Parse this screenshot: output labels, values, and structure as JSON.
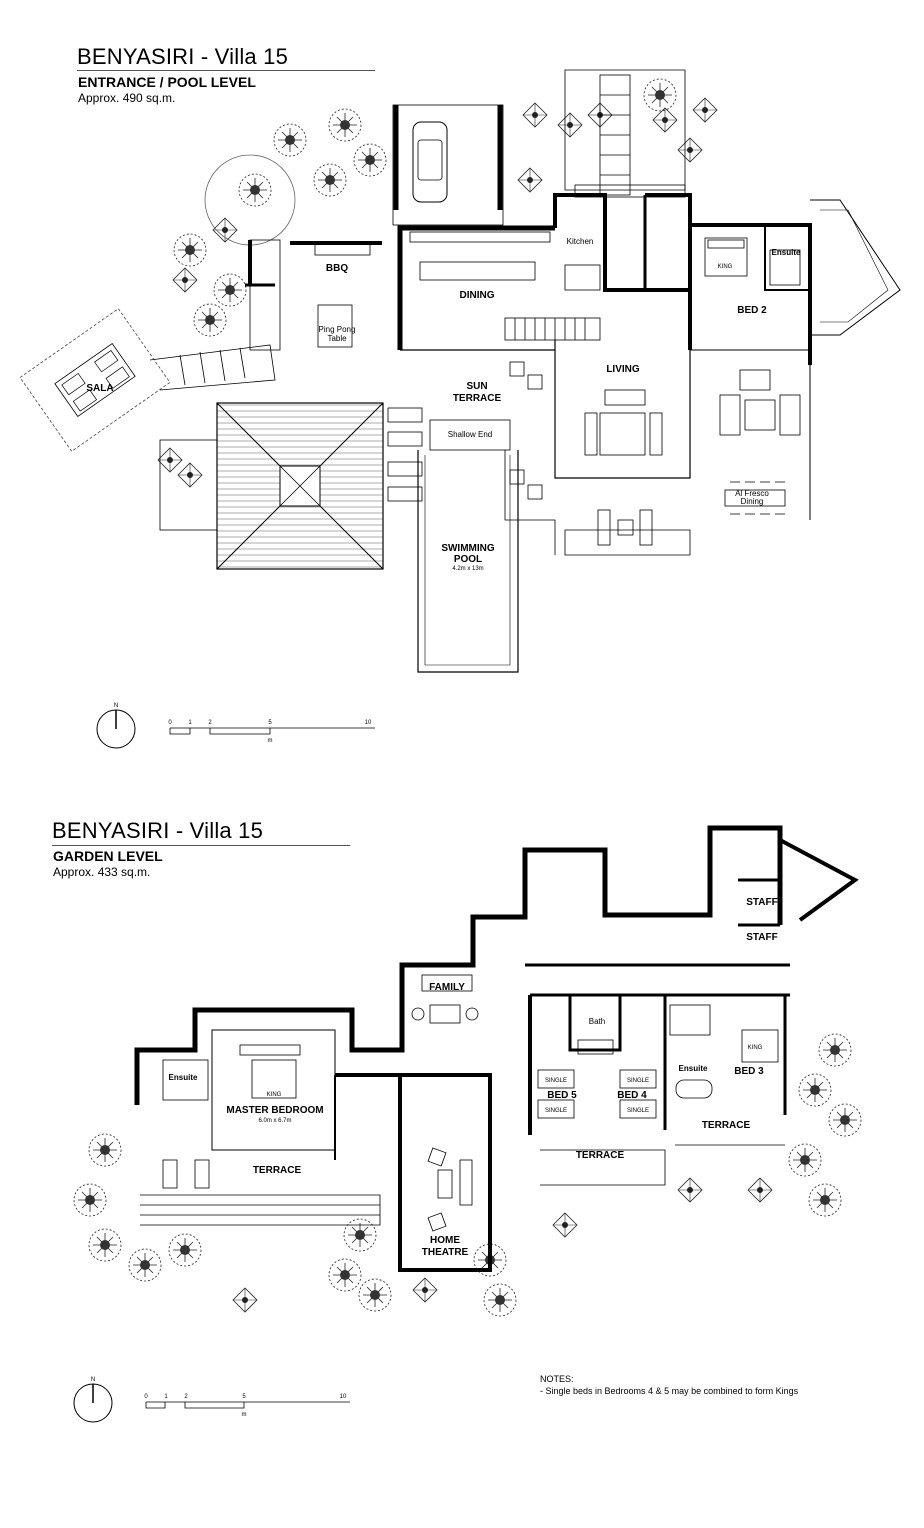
{
  "plan1": {
    "title": "BENYASIRI - Villa 15",
    "level": "ENTRANCE / POOL LEVEL",
    "area": "Approx. 490 sq.m.",
    "rooms": {
      "sala": "SALA",
      "bbq": "BBQ",
      "ping_pong_1": "Ping Pong",
      "ping_pong_2": "Table",
      "dining": "DINING",
      "kitchen": "Kitchen",
      "bed2": "BED 2",
      "ensuite": "Ensuite",
      "king": "KING",
      "living": "LIVING",
      "sun_1": "SUN",
      "sun_2": "TERRACE",
      "shallow_end": "Shallow End",
      "pool_1": "SWIMMING",
      "pool_2": "POOL",
      "pool_size": "4.2m x 13m",
      "alfresco_1": "Al Fresco",
      "alfresco_2": "Dining"
    },
    "scale": {
      "t0": "0",
      "t1": "1",
      "t2": "2",
      "t5": "5",
      "t10": "10",
      "unit": "m"
    },
    "north": "N"
  },
  "plan2": {
    "title": "BENYASIRI - Villa 15",
    "level": "GARDEN LEVEL",
    "area": "Approx. 433 sq.m.",
    "rooms": {
      "family": "FAMILY",
      "staff_1": "STAFF",
      "staff_2": "STAFF",
      "bath": "Bath",
      "ensuite_master": "Ensuite",
      "king_master": "KING",
      "master": "MASTER BEDROOM",
      "master_size": "6.0m x 6.7m",
      "terrace_master": "TERRACE",
      "home_1": "HOME",
      "home_2": "THEATRE",
      "single_1": "SINGLE",
      "single_2": "SINGLE",
      "single_3": "SINGLE",
      "single_4": "SINGLE",
      "bed5": "BED 5",
      "bed4": "BED 4",
      "terrace_mid": "TERRACE",
      "ensuite_3": "Ensuite",
      "king_3": "KING",
      "bed3": "BED 3",
      "terrace_right": "TERRACE"
    },
    "scale": {
      "t0": "0",
      "t1": "1",
      "t2": "2",
      "t5": "5",
      "t10": "10",
      "unit": "m"
    },
    "north": "N",
    "notes_title": "NOTES:",
    "notes_line": "- Single beds in Bedrooms 4 & 5 may be combined to form Kings"
  }
}
